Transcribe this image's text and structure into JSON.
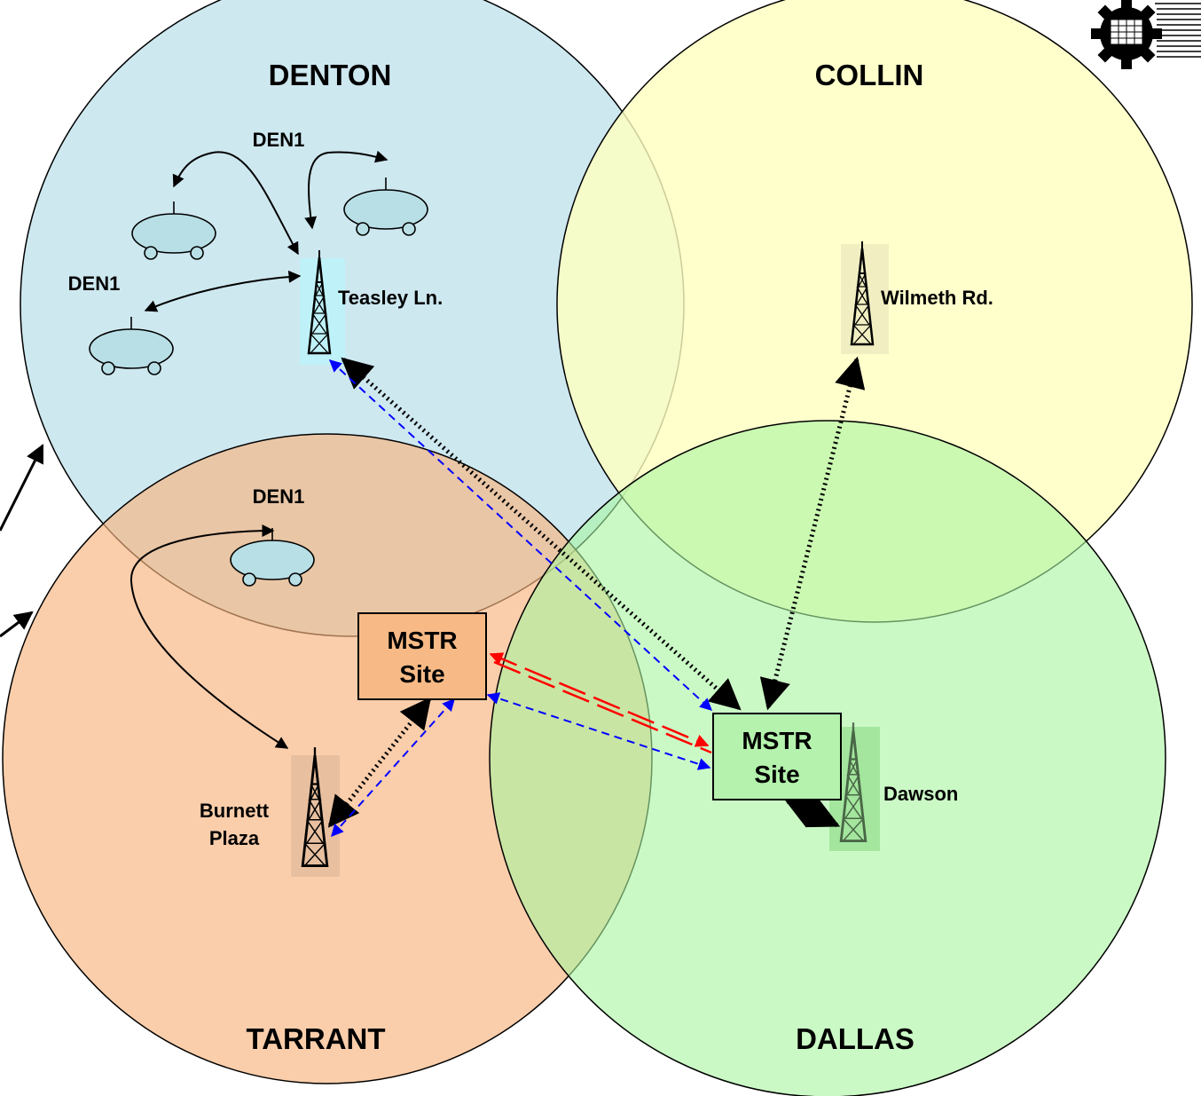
{
  "counties": {
    "denton": "DENTON",
    "collin": "COLLIN",
    "tarrant": "TARRANT",
    "dallas": "DALLAS"
  },
  "colors": {
    "denton": "#add8e6",
    "collin": "#ffffbf",
    "tarrant": "#f7b47e",
    "dallas": "#a8f5a0",
    "radio": "#b8dfe6",
    "rf_link": "#0000ff",
    "microwave_link": "#000000",
    "master_link": "#ff0000"
  },
  "sites": {
    "teasley": "Teasley Ln.",
    "wilmeth": "Wilmeth Rd.",
    "burnett_line1": "Burnett",
    "burnett_line2": "Plaza",
    "dawson": "Dawson"
  },
  "talkgroups": {
    "den1_top": "DEN1",
    "den1_left": "DEN1",
    "den1_tarrant": "DEN1"
  },
  "master_sites": {
    "west": {
      "line1": "MSTR",
      "line2": "Site"
    },
    "east": {
      "line1": "MSTR",
      "line2": "Site"
    }
  },
  "icons": {
    "tower": "radio-tower-icon",
    "radio": "mobile-radio-icon",
    "logo": "gear-logo-icon"
  }
}
